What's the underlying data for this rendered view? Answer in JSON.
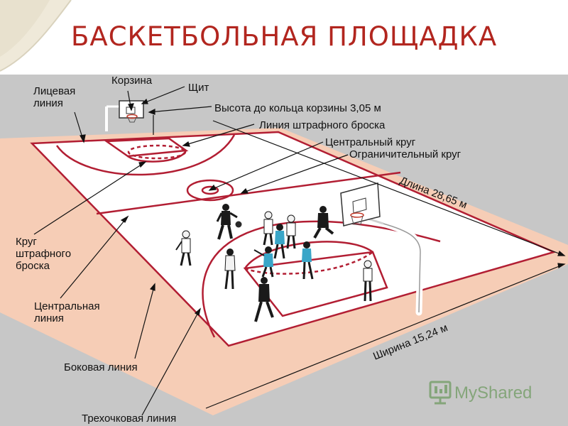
{
  "title": "БАСКЕТБОЛЬНАЯ ПЛОЩАДКА",
  "labels": {
    "basket": "Корзина",
    "backboard": "Щит",
    "end_line": [
      "Лицевая",
      "линия"
    ],
    "rim_height": "Высота до кольца корзины 3,05 м",
    "free_throw_line": "Линия штрафного броска",
    "center_circle": "Центральный круг",
    "restricted_circle": "Ограничительный круг",
    "length": "Длина 28,65 м",
    "free_throw_circle": [
      "Круг",
      "штрафного",
      "броска"
    ],
    "center_line": [
      "Центральная",
      "линия"
    ],
    "side_line": "Боковая линия",
    "width": "Ширина 15,24 м",
    "three_point_line": "Трехочковая линия"
  },
  "watermark": "MyShared",
  "colors": {
    "title": "#b2261f",
    "background": "#c7c7c7",
    "border_zone": "#f6cdb6",
    "court": "#ffffff",
    "court_lines": "#b21e33",
    "swoosh": "#efe9d9",
    "logo_green": "#4f8a3c"
  },
  "icons": [
    "basket-icon",
    "backboard-icon",
    "player-icon",
    "ball-icon",
    "monitor-logo-icon"
  ]
}
